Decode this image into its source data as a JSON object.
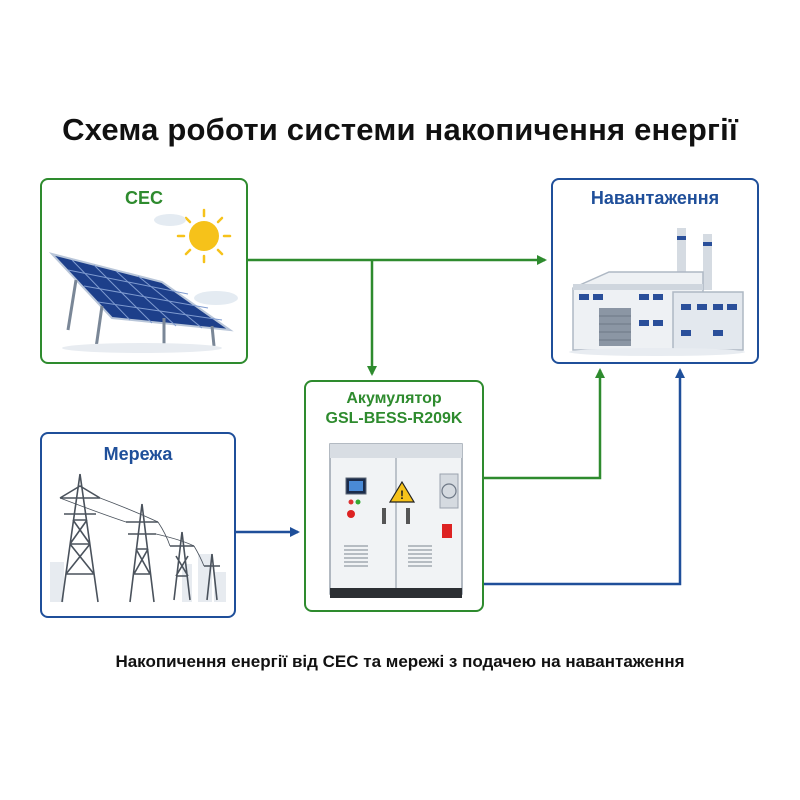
{
  "title": "Схема роботи системи накопичення енергії",
  "subtitle": "Накопичення енергії від СЕС та мережі з подачею на навантаження",
  "nodes": {
    "ses": {
      "label": "СЕС"
    },
    "load": {
      "label": "Навантаження"
    },
    "grid": {
      "label": "Мережа"
    },
    "battery": {
      "label_line1": "Акумулятор",
      "label_line2": "GSL-BESS-R209K"
    }
  },
  "colors": {
    "green": "#2e8b2e",
    "blue": "#1f4f9a"
  },
  "icons": [
    "sun-icon",
    "solar-panel-icon",
    "factory-icon",
    "power-tower-icon",
    "battery-cabinet-icon",
    "warning-icon"
  ]
}
